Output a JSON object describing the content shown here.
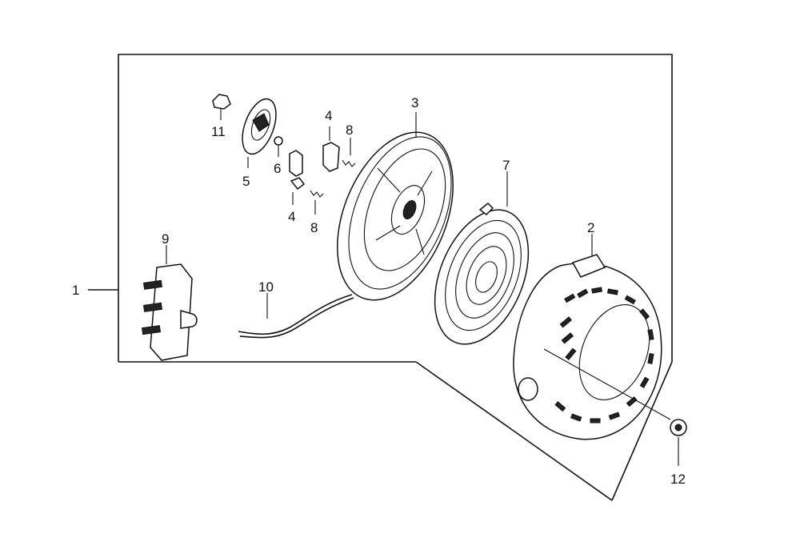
{
  "callouts": {
    "c1": "1",
    "c2": "2",
    "c3": "3",
    "c4a": "4",
    "c4b": "4",
    "c5": "5",
    "c6": "6",
    "c7": "7",
    "c8a": "8",
    "c8b": "8",
    "c9": "9",
    "c10": "10",
    "c11": "11",
    "c12": "12"
  }
}
